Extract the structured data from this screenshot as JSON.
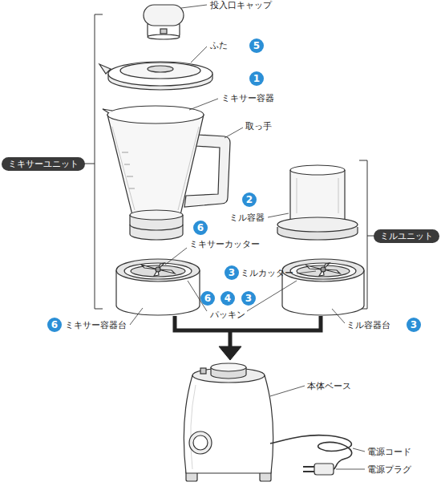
{
  "diagram": {
    "nodes": [
      {
        "text": [
          "5"
        ]
      },
      {
        "text": [
          "1"
        ]
      },
      {
        "text": [
          "ミキサーユニット"
        ]
      },
      {
        "text": [
          "2"
        ]
      },
      {
        "text": [
          "ミルユニット"
        ]
      },
      {
        "text": [
          "6"
        ]
      },
      {
        "text": [
          "3"
        ]
      },
      {
        "text": [
          "6"
        ]
      },
      {
        "text": [
          "4"
        ]
      },
      {
        "text": [
          "3"
        ]
      },
      {
        "text": [
          "6"
        ]
      },
      {
        "text": [
          "3"
        ]
      }
    ],
    "labels": [
      "投入口キャップ",
      "ふた",
      "ミキサー容器",
      "取っ手",
      "ミル容器",
      "ミキサーカッター",
      "ミルカッター",
      "パッキン",
      "ミキサー容器台",
      "ミル容器台",
      "本体ベース",
      "電源コード",
      "電源プラグ"
    ]
  }
}
